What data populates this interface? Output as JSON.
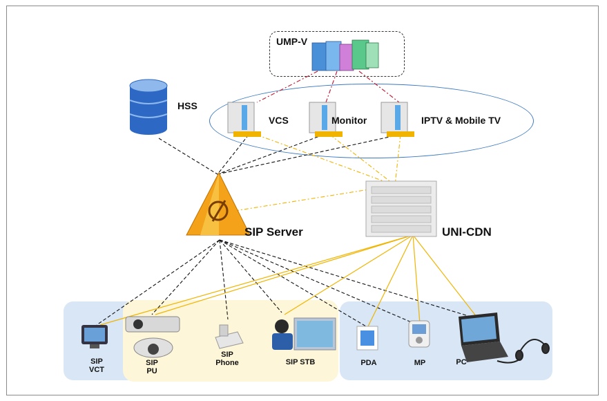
{
  "ump": {
    "label": "UMP-V"
  },
  "services": [
    {
      "label": "VCS"
    },
    {
      "label": "Monitor"
    },
    {
      "label": "IPTV & Mobile TV"
    }
  ],
  "hss": {
    "label": "HSS"
  },
  "sip_server": {
    "label": "SIP Server"
  },
  "uni_cdn": {
    "label": "UNI-CDN"
  },
  "terminals": [
    {
      "line1": "SIP",
      "line2": "VCT"
    },
    {
      "line1": "SIP",
      "line2": "PU"
    },
    {
      "line1": "SIP",
      "line2": "Phone"
    },
    {
      "line1": "SIP STB",
      "line2": ""
    },
    {
      "line1": "PDA",
      "line2": ""
    },
    {
      "line1": "MP",
      "line2": ""
    },
    {
      "line1": "PC",
      "line2": ""
    }
  ],
  "colors": {
    "signaling_link": "#111111",
    "media_link": "#f0b400",
    "management_link": "#c0203a",
    "service_ellipse": "#3a78c4",
    "zone_blue": "#d8e6f5",
    "zone_yellow": "#fdf6d8"
  }
}
